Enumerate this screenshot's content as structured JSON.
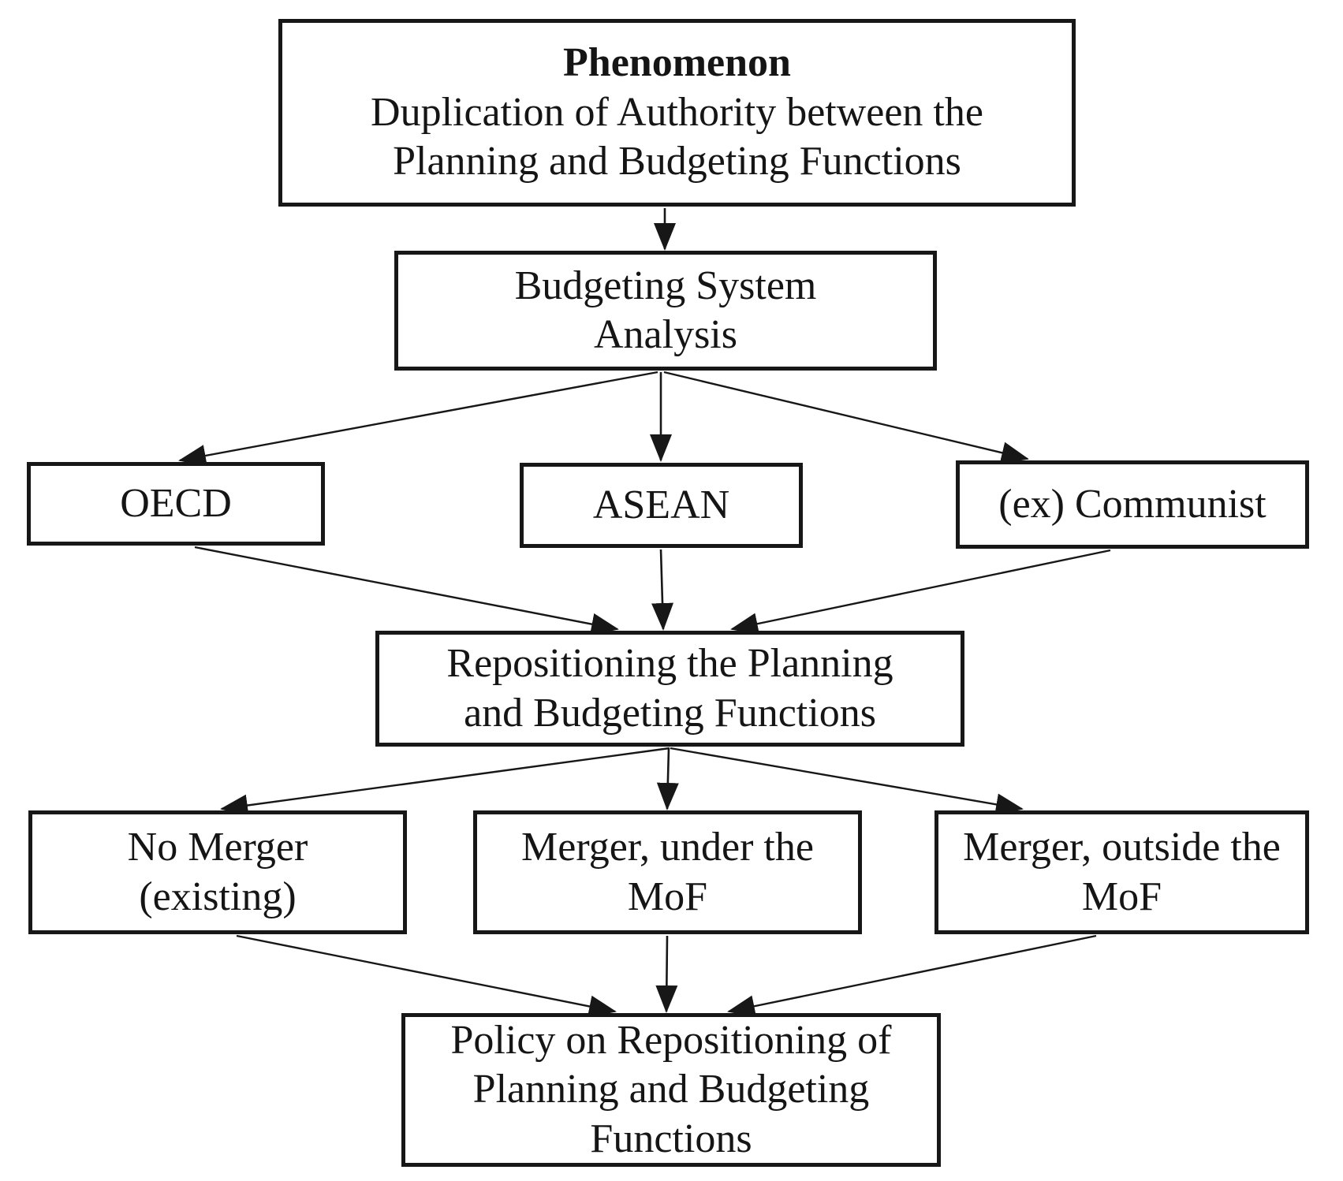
{
  "diagram": {
    "title_hint": "Flowchart: Policy on Repositioning of Planning and Budgeting Functions",
    "colors": {
      "ink": "#171717",
      "background": "#ffffff"
    },
    "nodes": {
      "phenomenon": {
        "title": "Phenomenon",
        "body": "Duplication of Authority between the\nPlanning and Budgeting Functions"
      },
      "budgeting_system_analysis": {
        "label": "Budgeting System\nAnalysis"
      },
      "oecd": {
        "label": "OECD"
      },
      "asean": {
        "label": "ASEAN"
      },
      "ex_communist": {
        "label": "(ex) Communist"
      },
      "repositioning": {
        "label": "Repositioning the Planning\nand Budgeting Functions"
      },
      "no_merger": {
        "label": "No Merger\n(existing)"
      },
      "merger_under_mof": {
        "label": "Merger, under the\nMoF"
      },
      "merger_outside_mof": {
        "label": "Merger, outside the\nMoF"
      },
      "policy": {
        "label": "Policy on Repositioning of\nPlanning and Budgeting\nFunctions"
      }
    },
    "edges": [
      {
        "from": "phenomenon",
        "to": "budgeting_system_analysis"
      },
      {
        "from": "budgeting_system_analysis",
        "to": "oecd"
      },
      {
        "from": "budgeting_system_analysis",
        "to": "asean"
      },
      {
        "from": "budgeting_system_analysis",
        "to": "ex_communist"
      },
      {
        "from": "oecd",
        "to": "repositioning"
      },
      {
        "from": "asean",
        "to": "repositioning"
      },
      {
        "from": "ex_communist",
        "to": "repositioning"
      },
      {
        "from": "repositioning",
        "to": "no_merger"
      },
      {
        "from": "repositioning",
        "to": "merger_under_mof"
      },
      {
        "from": "repositioning",
        "to": "merger_outside_mof"
      },
      {
        "from": "no_merger",
        "to": "policy"
      },
      {
        "from": "merger_under_mof",
        "to": "policy"
      },
      {
        "from": "merger_outside_mof",
        "to": "policy"
      }
    ]
  }
}
